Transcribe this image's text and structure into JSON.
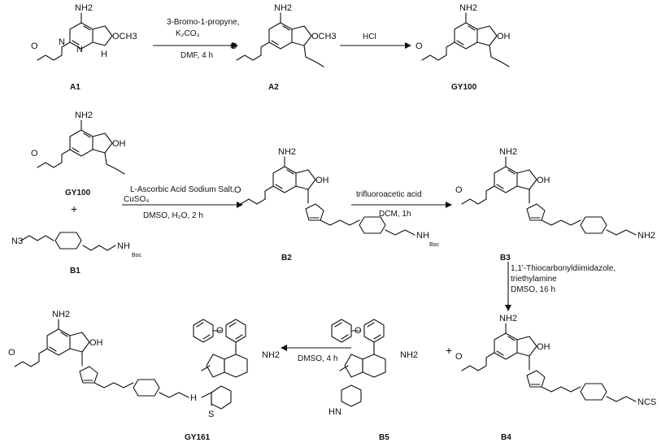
{
  "compounds": {
    "A1": "A1",
    "A2": "A2",
    "GY100": "GY100",
    "GY100b": "GY100",
    "B1": "B1",
    "B2": "B2",
    "B3": "B3",
    "B4": "B4",
    "B5": "B5",
    "GY161": "GY161"
  },
  "steps": {
    "s1": {
      "line1": "3-Bromo-1-propyne,",
      "line2": "K₂CO₃",
      "line3": "DMF, 4 h"
    },
    "s2": {
      "line1": "HCl"
    },
    "s3": {
      "line1": "L-Ascorbic Acid Sodium Salt,",
      "line2": "CuSO₄",
      "line3": "DMSO, H₂O, 2 h"
    },
    "s4": {
      "line1": "trifluoroacetic acid",
      "line2": "DCM, 1h"
    },
    "s5": {
      "line1": "1,1'-Thiocarbonyldiimidazole,",
      "line2": "triethylamine",
      "line3": "DMSO, 16 h"
    },
    "s6": {
      "line1": "DMSO, 4 h"
    }
  },
  "plus_signs": [
    "+",
    "+"
  ],
  "atoms": {
    "N": "N",
    "O": "O",
    "S": "S",
    "H": "H",
    "NH2": "NH2",
    "NH": "NH",
    "OH": "OH",
    "OCH3": "OCH3",
    "N3": "N3",
    "Boc": "Boc",
    "NCS": "NCS",
    "HN": "HN"
  }
}
